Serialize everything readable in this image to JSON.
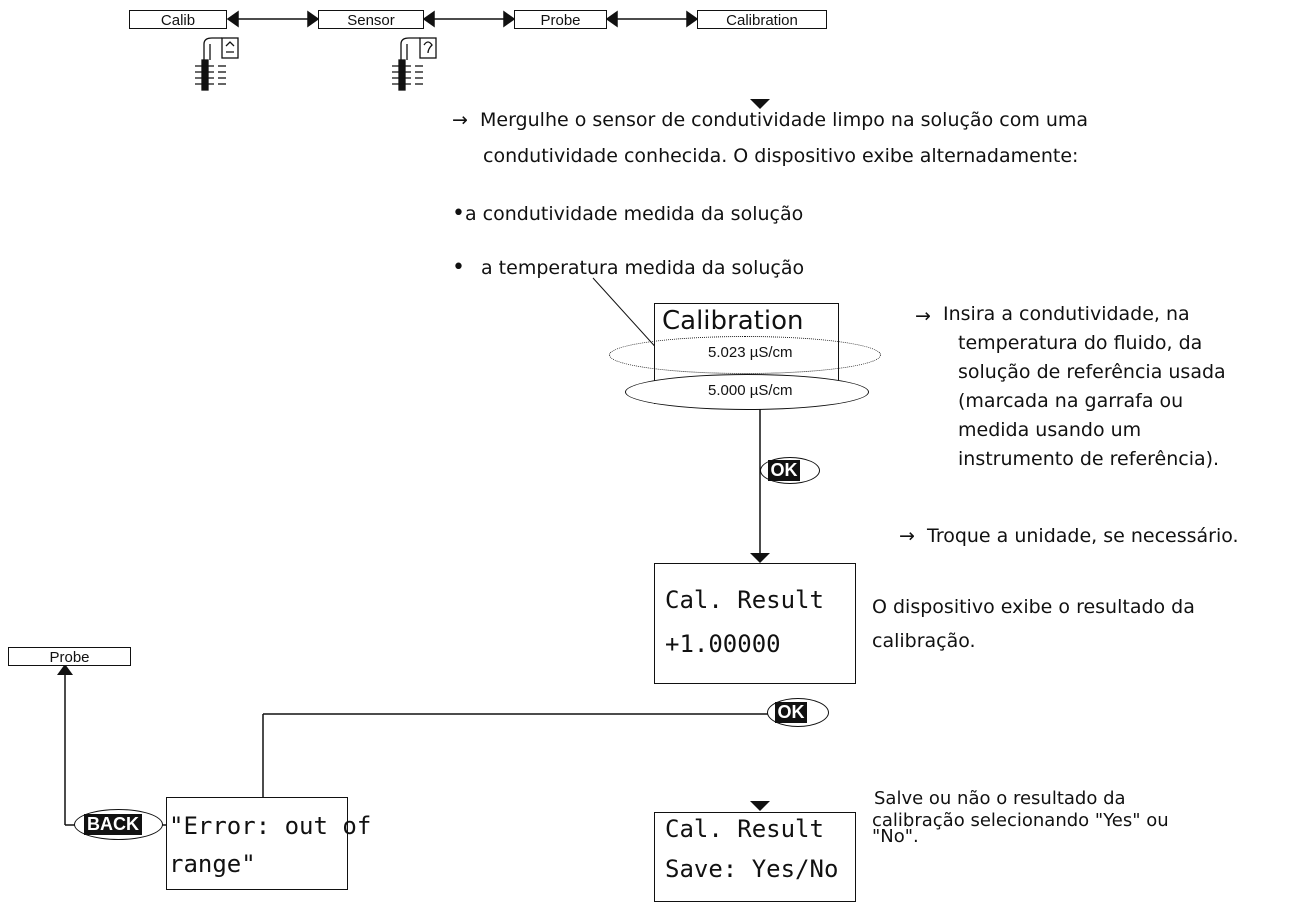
{
  "menu_path": [
    "Calib",
    "Sensor",
    "Probe",
    "Calibration"
  ],
  "instructions": {
    "immerse_arrow": "→",
    "immerse_line1": "Mergulhe o sensor de condutividade limpo na solução com uma",
    "immerse_line2": "condutividade conhecida. O dispositivo exibe alternadamente:",
    "bullet1": "a condutividade medida da solução",
    "bullet2": "a temperatura medida da solução",
    "enter_arrow": "→",
    "enter_lines": [
      "Insira a condutividade, na",
      "temperatura do fluido, da",
      "solução de referência usada",
      "(marcada na garrafa ou",
      "medida usando um",
      "instrumento de referência)."
    ],
    "unit_arrow": "→",
    "unit_change": "Troque a unidade, se necessário.",
    "result_lines": [
      "O dispositivo exibe o resultado da",
      "calibração."
    ],
    "save_lines": [
      "Salve ou não o resultado da",
      "calibração selecionando \"Yes\" ou",
      "\"No\"."
    ]
  },
  "screens": {
    "calibration": {
      "title": "Calibration",
      "measured": "5.023 µS/cm",
      "entered": "5.000 µS/cm"
    },
    "cal_result": {
      "line1": "Cal. Result",
      "line2": "+1.00000"
    },
    "error": {
      "line1": "\"Error: out of",
      "line2": "range\""
    },
    "save": {
      "line1": "Cal. Result",
      "line2": "Save: Yes/No"
    }
  },
  "buttons": {
    "ok": "OK",
    "back": "BACK"
  },
  "probe_target": "Probe"
}
